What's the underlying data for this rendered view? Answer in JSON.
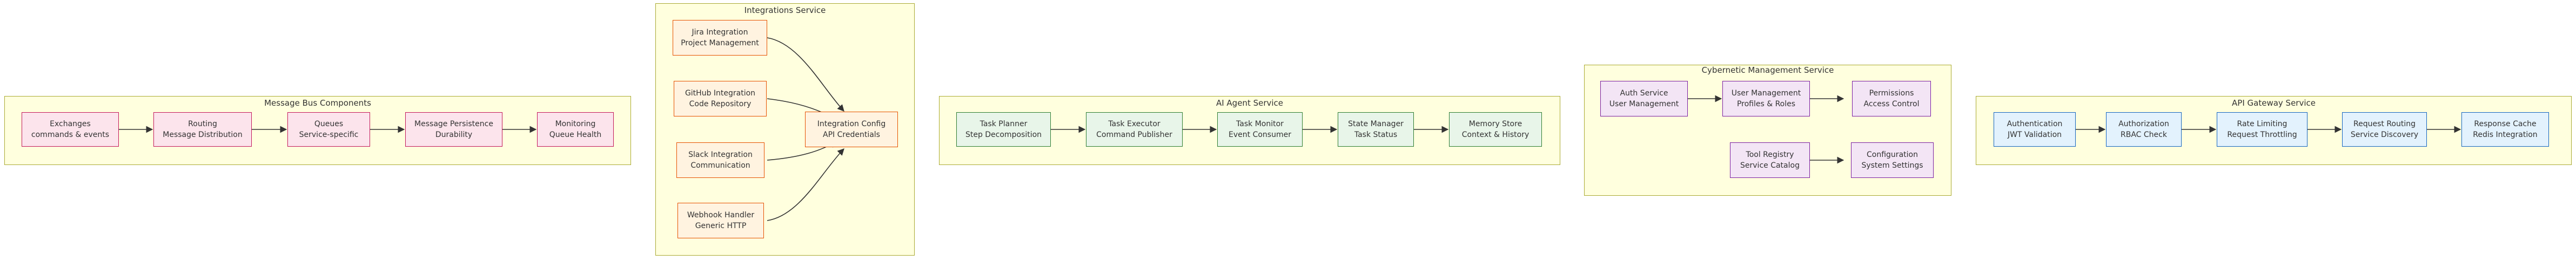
{
  "clusters": {
    "message_bus": "Message Bus Components",
    "integrations": "Integrations Service",
    "ai_agent": "AI Agent Service",
    "cybernetic": "Cybernetic Management Service",
    "api_gateway": "API Gateway Service"
  },
  "nodes": {
    "exchanges": {
      "line1": "Exchanges",
      "line2": "commands & events"
    },
    "routing": {
      "line1": "Routing",
      "line2": "Message Distribution"
    },
    "queues": {
      "line1": "Queues",
      "line2": "Service-specific"
    },
    "persistence": {
      "line1": "Message Persistence",
      "line2": "Durability"
    },
    "monitoring": {
      "line1": "Monitoring",
      "line2": "Queue Health"
    },
    "jira": {
      "line1": "Jira Integration",
      "line2": "Project Management"
    },
    "github": {
      "line1": "GitHub Integration",
      "line2": "Code Repository"
    },
    "slack": {
      "line1": "Slack Integration",
      "line2": "Communication"
    },
    "webhook": {
      "line1": "Webhook Handler",
      "line2": "Generic HTTP"
    },
    "int_config": {
      "line1": "Integration Config",
      "line2": "API Credentials"
    },
    "planner": {
      "line1": "Task Planner",
      "line2": "Step Decomposition"
    },
    "executor": {
      "line1": "Task Executor",
      "line2": "Command Publisher"
    },
    "monitor": {
      "line1": "Task Monitor",
      "line2": "Event Consumer"
    },
    "state": {
      "line1": "State Manager",
      "line2": "Task Status"
    },
    "memory": {
      "line1": "Memory Store",
      "line2": "Context & History"
    },
    "auth_svc": {
      "line1": "Auth Service",
      "line2": "User Management"
    },
    "user_mgmt": {
      "line1": "User Management",
      "line2": "Profiles & Roles"
    },
    "permissions": {
      "line1": "Permissions",
      "line2": "Access Control"
    },
    "tool_reg": {
      "line1": "Tool Registry",
      "line2": "Service Catalog"
    },
    "config": {
      "line1": "Configuration",
      "line2": "System Settings"
    },
    "authn": {
      "line1": "Authentication",
      "line2": "JWT Validation"
    },
    "authz": {
      "line1": "Authorization",
      "line2": "RBAC Check"
    },
    "rate": {
      "line1": "Rate Limiting",
      "line2": "Request Throttling"
    },
    "req_route": {
      "line1": "Request Routing",
      "line2": "Service Discovery"
    },
    "cache": {
      "line1": "Response Cache",
      "line2": "Redis Integration"
    }
  },
  "edges": [
    [
      "exchanges",
      "routing"
    ],
    [
      "routing",
      "queues"
    ],
    [
      "queues",
      "persistence"
    ],
    [
      "persistence",
      "monitoring"
    ],
    [
      "jira",
      "int_config"
    ],
    [
      "github",
      "int_config"
    ],
    [
      "slack",
      "int_config"
    ],
    [
      "webhook",
      "int_config"
    ],
    [
      "planner",
      "executor"
    ],
    [
      "executor",
      "monitor"
    ],
    [
      "monitor",
      "state"
    ],
    [
      "state",
      "memory"
    ],
    [
      "auth_svc",
      "user_mgmt"
    ],
    [
      "user_mgmt",
      "permissions"
    ],
    [
      "tool_reg",
      "config"
    ],
    [
      "authn",
      "authz"
    ],
    [
      "authz",
      "rate"
    ],
    [
      "rate",
      "req_route"
    ],
    [
      "req_route",
      "cache"
    ]
  ],
  "colors": {
    "cluster_fill": "#ffffde",
    "cluster_border": "#aaaa33",
    "edge": "#333333",
    "message_bus_fill": "#fce4ec",
    "message_bus_border": "#c2185b",
    "integrations_fill": "#fff3e0",
    "integrations_border": "#e65100",
    "ai_agent_fill": "#e8f5e9",
    "ai_agent_border": "#2e7d32",
    "cybernetic_fill": "#f3e5f5",
    "cybernetic_border": "#7b1fa2",
    "api_gateway_fill": "#e3f2fd",
    "api_gateway_border": "#1565c0"
  }
}
